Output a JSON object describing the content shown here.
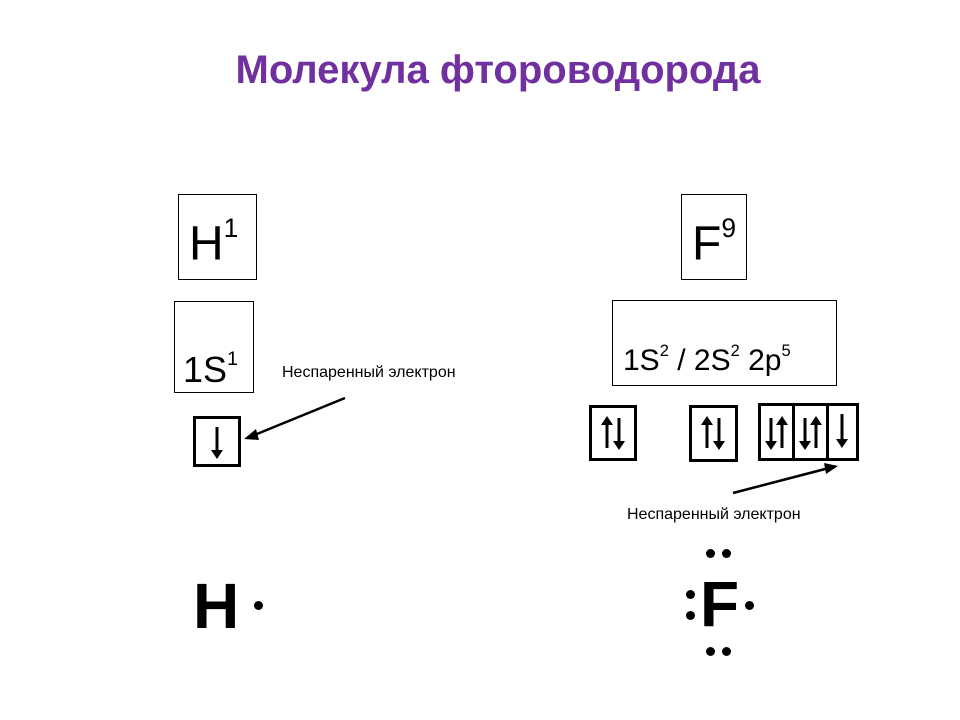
{
  "title": "Молекула фтороводорода",
  "hydrogen": {
    "symbol": "H",
    "number": "1",
    "config_base": "1S",
    "config_sup": "1",
    "orbitals": [
      "↓"
    ],
    "unpaired_label": "Неспаренный электрон",
    "lewis_symbol": "H"
  },
  "fluorine": {
    "symbol": "F",
    "number": "9",
    "config": {
      "a": "1S",
      "a_sup": "2",
      "sep": " / 2S",
      "b_sup": "2",
      "c": " 2p",
      "c_sup": "5"
    },
    "orbitals_1s": [
      "↑↓"
    ],
    "orbitals_2s": [
      "↑↓"
    ],
    "orbitals_2p": [
      "↓↑",
      "↓↑",
      "↓"
    ],
    "unpaired_label": "Неспаренный электрон",
    "lewis_symbol": "F"
  }
}
